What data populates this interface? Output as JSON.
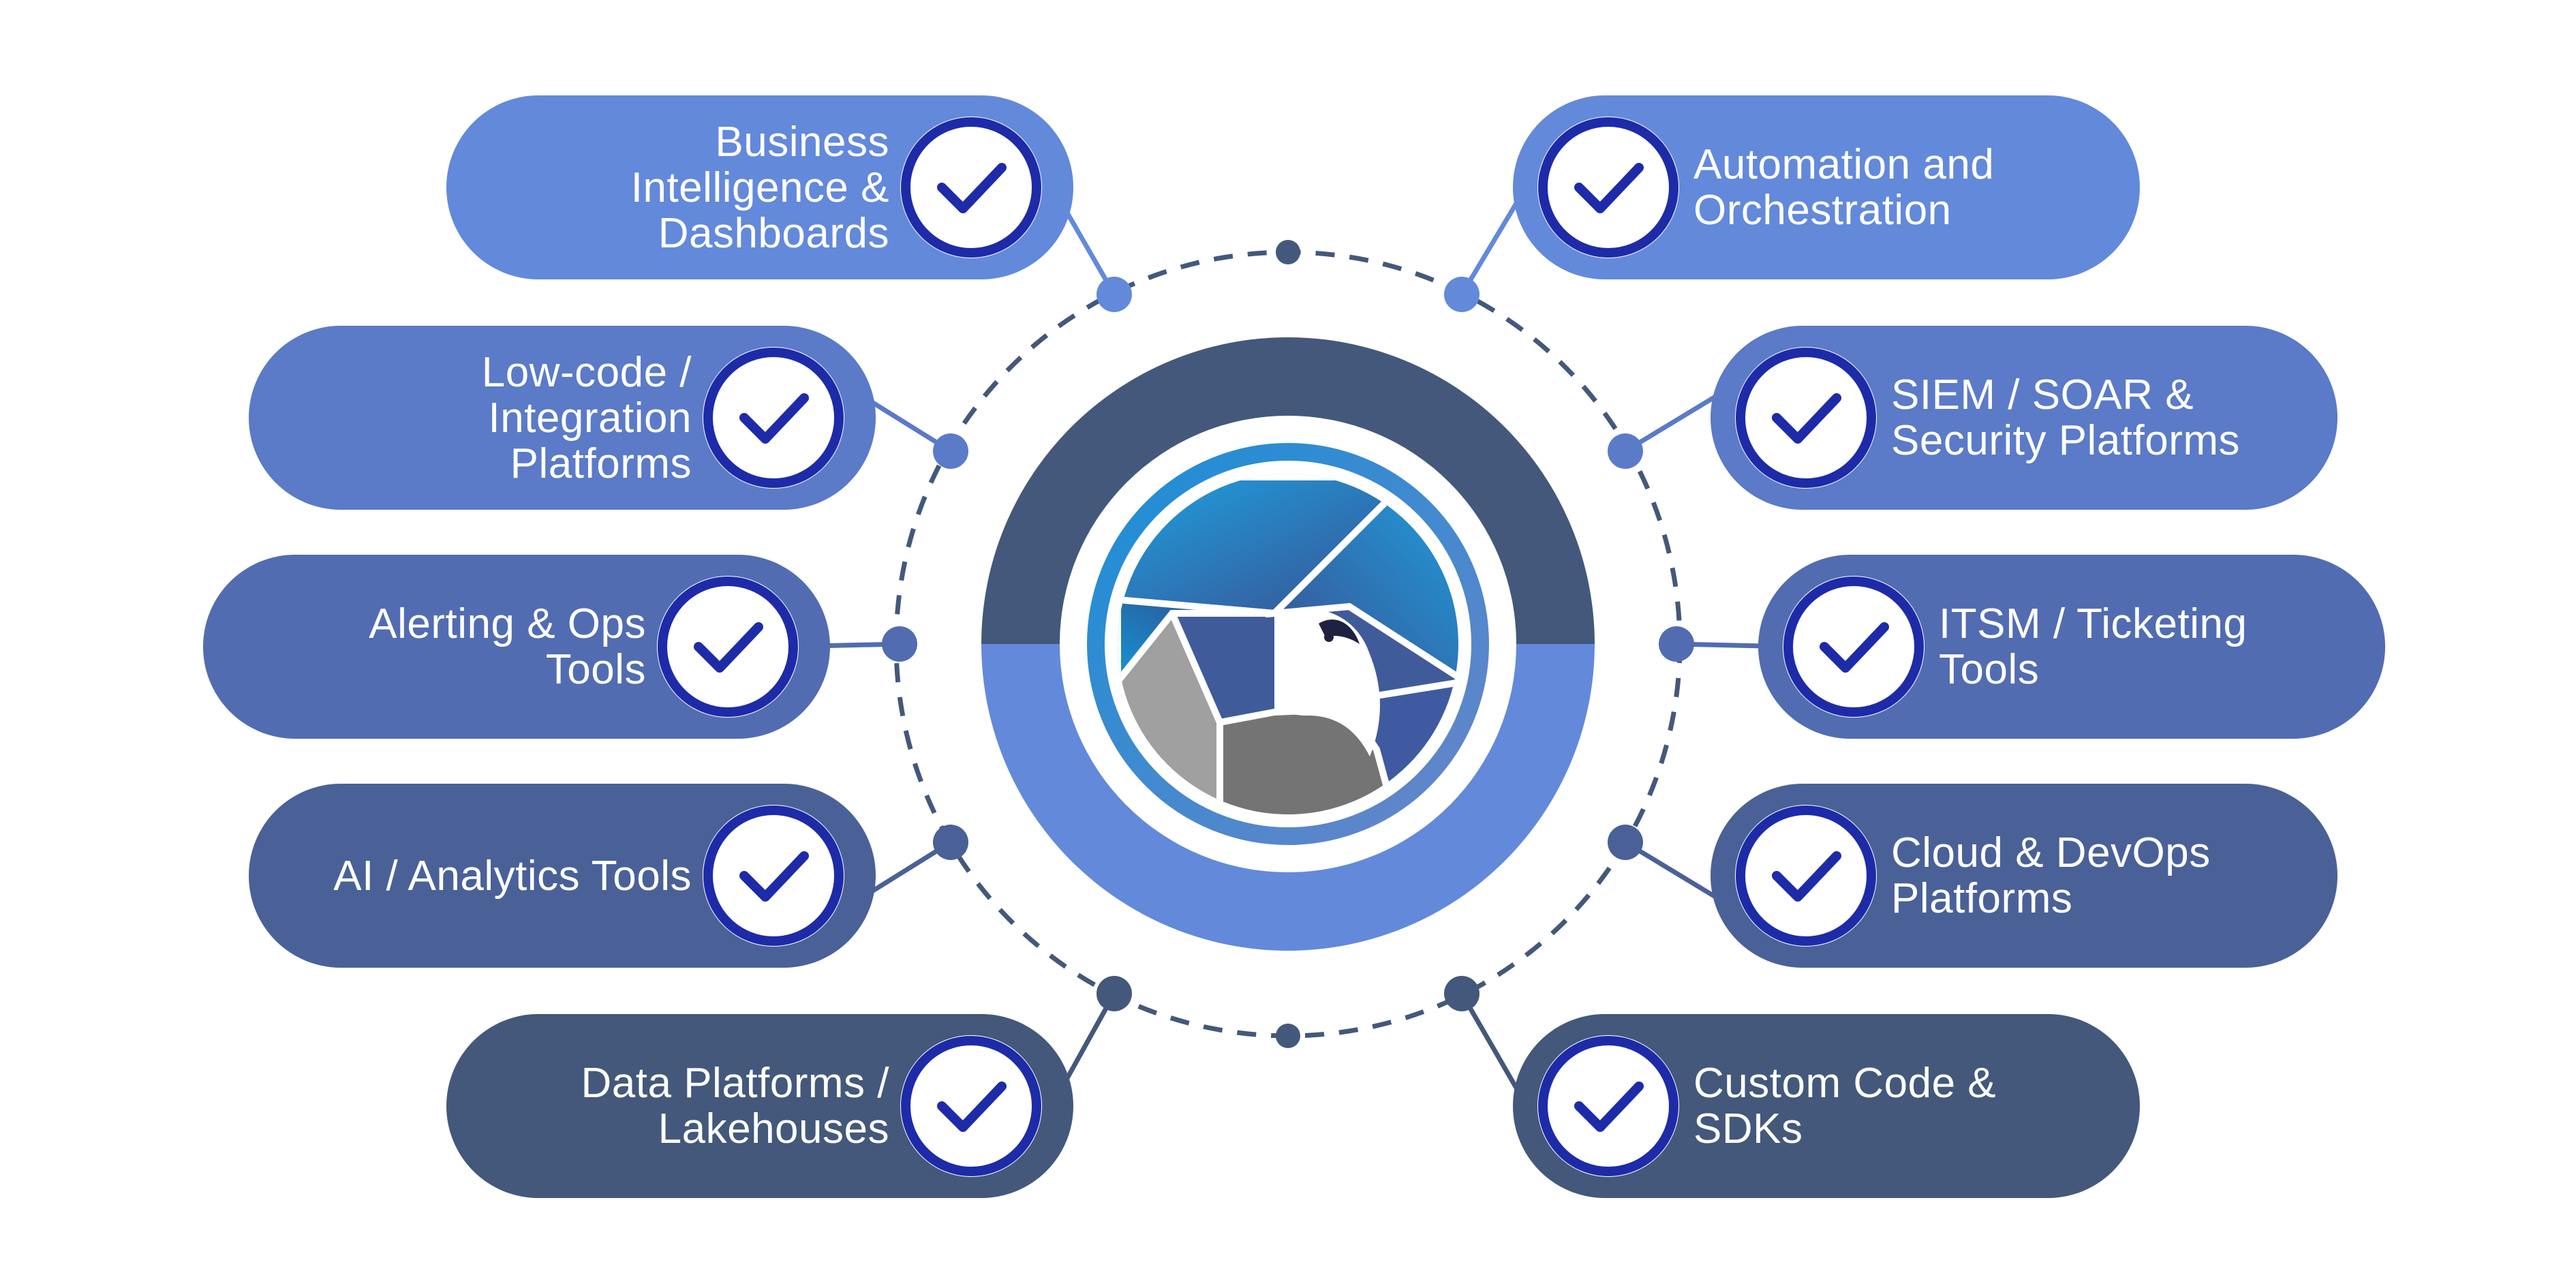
{
  "center": {
    "logo_icon": "falcon-shutter-logo-icon",
    "ring_top_color": "#43587b",
    "ring_bottom_color": "#6389db"
  },
  "check_icon": "checkmark-circle-icon",
  "colors": {
    "check_ring": "#1e2ba8",
    "check_mark": "#1e2ba8",
    "dashed_circle": "#43587b"
  },
  "integrations": {
    "left": [
      {
        "lines": [
          "Business",
          "Intelligence &",
          "Dashboards"
        ],
        "color": "#6389db"
      },
      {
        "lines": [
          "Low-code /",
          "Integration",
          "Platforms"
        ],
        "color": "#5b7ac8"
      },
      {
        "lines": [
          "Alerting & Ops",
          "Tools"
        ],
        "color": "#526cb2"
      },
      {
        "lines": [
          "AI / Analytics Tools"
        ],
        "color": "#4a6198"
      },
      {
        "lines": [
          "Data Platforms /",
          "Lakehouses"
        ],
        "color": "#43587b"
      }
    ],
    "right": [
      {
        "lines": [
          "Automation and",
          "Orchestration"
        ],
        "color": "#6389db"
      },
      {
        "lines": [
          "SIEM / SOAR &",
          "Security Platforms"
        ],
        "color": "#5b7ac8"
      },
      {
        "lines": [
          "ITSM / Ticketing",
          "Tools"
        ],
        "color": "#526cb2"
      },
      {
        "lines": [
          "Cloud & DevOps",
          "Platforms"
        ],
        "color": "#4a6198"
      },
      {
        "lines": [
          "Custom Code &",
          "SDKs"
        ],
        "color": "#43587b"
      }
    ]
  }
}
